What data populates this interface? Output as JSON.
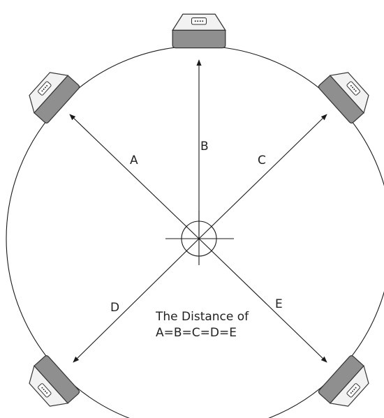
{
  "labels": {
    "a": "A",
    "b": "B",
    "c": "C",
    "d": "D",
    "e": "E"
  },
  "caption": {
    "line1": "The Distance of",
    "line2": "A=B=C=D=E"
  },
  "colors": {
    "line": "#1a1a1a",
    "speaker_top": "#f2f2f2",
    "speaker_side": "#8f8f8f"
  },
  "icons": [
    "speaker-icon",
    "connector-icon",
    "crosshair-icon",
    "arrowhead-icon"
  ]
}
